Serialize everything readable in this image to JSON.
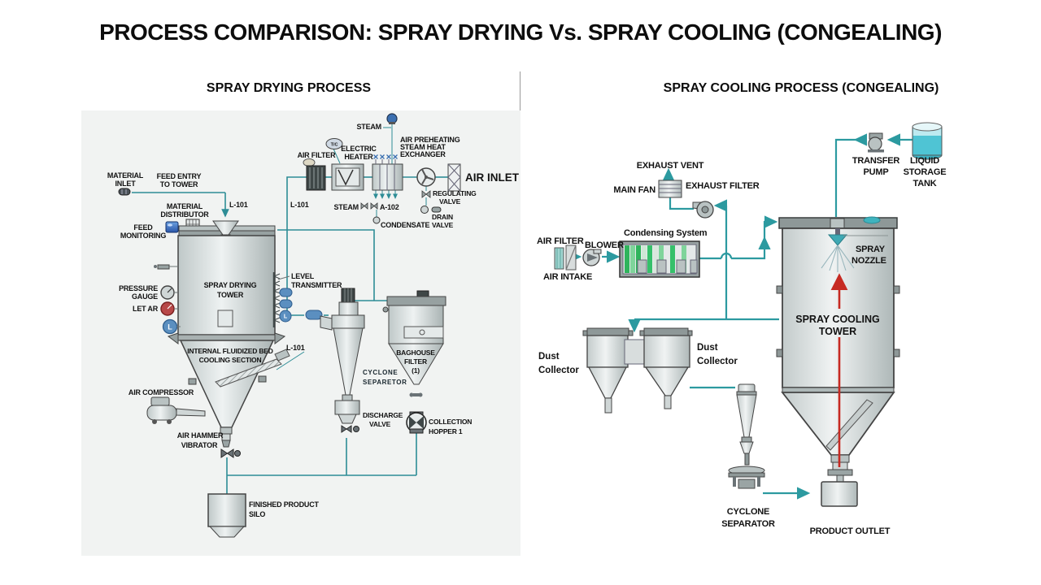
{
  "header": {
    "title": "PROCESS COMPARISON: SPRAY DRYING Vs. SPRAY COOLING (CONGEALING)"
  },
  "left": {
    "title": "SPRAY DRYING PROCESS",
    "labels": {
      "steam_top": "STEAM",
      "tc": "T/C",
      "air_filter": "AIR FILTER",
      "electric_heater": [
        "ELECTRIC",
        "HEATER"
      ],
      "preheater": [
        "AIR PREHEATING",
        "STEAM HEAT",
        "EXCHANGER"
      ],
      "air_inlet": "AIR INLET",
      "regulating_valve": [
        "REGULATING",
        "VALVE"
      ],
      "drain_valve": [
        "DRAIN",
        "VALVE"
      ],
      "steam_bottom": "STEAM",
      "a102": "A-102",
      "condensate": "CONDENSATE",
      "l101_feed": "L-101",
      "l101_air": "L-101",
      "l101_cone": "L-101",
      "material_inlet": [
        "MATERIAL",
        "INLET"
      ],
      "feed_entry": [
        "FEED ENTRY",
        "TO TOWER"
      ],
      "material_distributor": [
        "MATERIAL",
        "DISTRIBUTOR"
      ],
      "feed_monitoring": [
        "FEED",
        "MONITORING"
      ],
      "tower": [
        "SPRAY DRYING",
        "TOWER"
      ],
      "level_transmitter": [
        "LEVEL",
        "TRANSMITTER"
      ],
      "pressure_gauge": [
        "PRESSURE",
        "GAUGE"
      ],
      "let_ar": "LET AR",
      "level_l": "L",
      "fluidized_bed": [
        "INTERNAL FLUIDIZED BED",
        "COOLING SECTION"
      ],
      "air_compressor": "AIR COMPRESSOR",
      "air_hammer": [
        "AIR HAMMER",
        "VIBRATOR"
      ],
      "cyclone": [
        "CYCLONE",
        "SEPARETOR"
      ],
      "discharge_valve": [
        "DISCHARGE",
        "VALVE"
      ],
      "baghouse": [
        "BAGHOUSE",
        "FILTER",
        "(1)"
      ],
      "collection_hopper": [
        "COLLECTION",
        "HOPPER 1"
      ],
      "silo": [
        "FINISHED PRODUCT",
        "SILO"
      ]
    }
  },
  "right": {
    "title": "SPRAY COOLING PROCESS (CONGEALING)",
    "labels": {
      "exhaust_vent": "EXHAUST VENT",
      "main_fan": "MAIN FAN",
      "exhaust_filter": "EXHAUST FILTER",
      "air_filter": "AIR FILTER",
      "blower": "BLOWER",
      "air_intake": "AIR INTAKE",
      "condensing_system": "Condensing System",
      "transfer_pump": [
        "TRANSFER",
        "PUMP"
      ],
      "liquid_tank": [
        "LIQUID",
        "STORAGE",
        "TANK"
      ],
      "spray_nozzle": [
        "SPRAY",
        "NOZZLE"
      ],
      "tower": [
        "SPRAY COOLING",
        "TOWER"
      ],
      "dust_collector_left": [
        "Dust",
        "Collector"
      ],
      "dust_collector_right": [
        "Dust",
        "Collector"
      ],
      "cyclone": [
        "CYCLONE",
        "SEPARATOR"
      ],
      "product_outlet": "PRODUCT OUTLET"
    }
  },
  "colors": {
    "lpipe": "#2E8D96",
    "rpipe": "#2C9AA0",
    "red": "#C62A22",
    "condenser_green": "#35C06A",
    "tank_teal": "#4FC4D4",
    "instrument_blue": "#5B8FC0"
  }
}
